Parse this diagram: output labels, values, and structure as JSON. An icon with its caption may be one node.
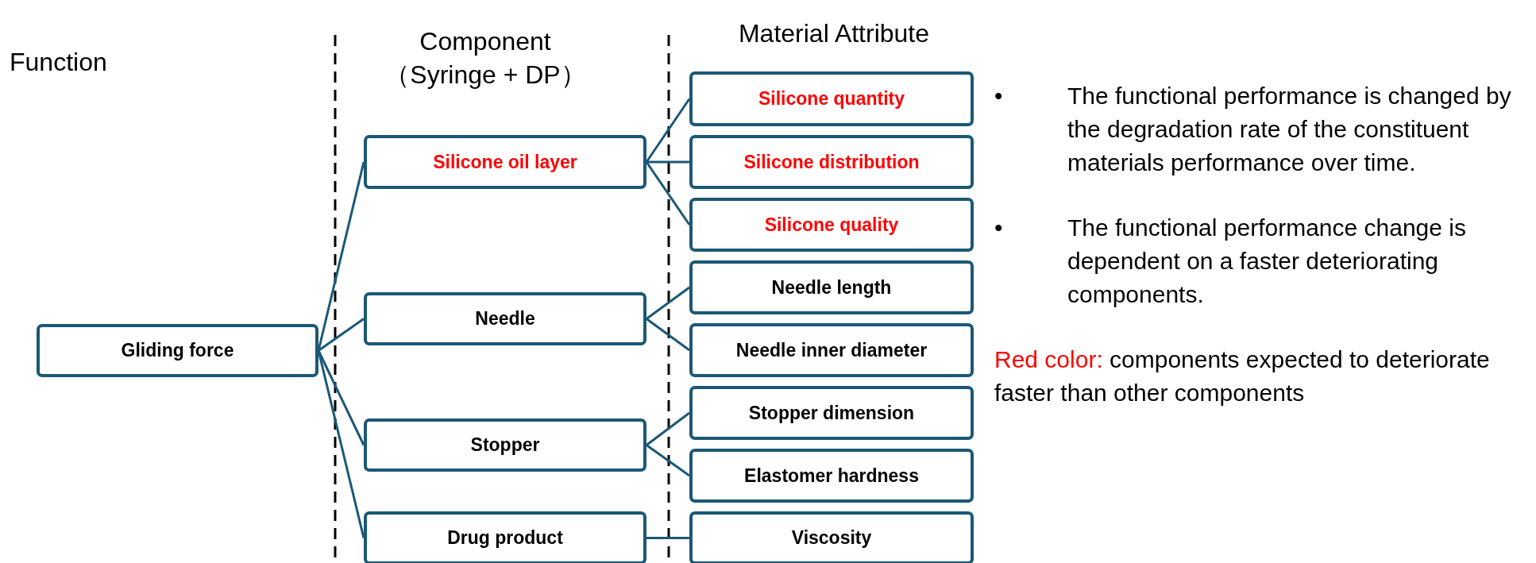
{
  "diagram": {
    "nodes": [
      {
        "text": [
          "Gliding force"
        ]
      },
      {
        "text": [
          "Silicone oil layer"
        ]
      },
      {
        "text": [
          "Needle"
        ]
      },
      {
        "text": [
          "Stopper"
        ]
      },
      {
        "text": [
          "Drug product"
        ]
      },
      {
        "text": [
          "Silicone quantity"
        ]
      },
      {
        "text": [
          "Silicone distribution"
        ]
      },
      {
        "text": [
          "Silicone quality"
        ]
      },
      {
        "text": [
          "Needle length"
        ]
      },
      {
        "text": [
          "Needle inner diameter"
        ]
      },
      {
        "text": [
          "Stopper dimension"
        ]
      },
      {
        "text": [
          "Elastomer hardness"
        ]
      },
      {
        "text": [
          "Viscosity"
        ]
      }
    ],
    "edges": [
      {
        "from": 0,
        "to": 1,
        "arrow": "none"
      },
      {
        "from": 0,
        "to": 2,
        "arrow": "none"
      },
      {
        "from": 0,
        "to": 3,
        "arrow": "none"
      },
      {
        "from": 0,
        "to": 4,
        "arrow": "none"
      },
      {
        "from": 1,
        "to": 5,
        "arrow": "none"
      },
      {
        "from": 1,
        "to": 6,
        "arrow": "none"
      },
      {
        "from": 1,
        "to": 7,
        "arrow": "none"
      },
      {
        "from": 2,
        "to": 8,
        "arrow": "none"
      },
      {
        "from": 2,
        "to": 9,
        "arrow": "none"
      },
      {
        "from": 3,
        "to": 10,
        "arrow": "none"
      },
      {
        "from": 3,
        "to": 11,
        "arrow": "none"
      },
      {
        "from": 4,
        "to": 12,
        "arrow": "none"
      }
    ],
    "labels": [
      "Function",
      "Component （Syringe + DP）",
      "Material Attribute",
      "•",
      "The functional performance is changed by the degradation rate of the constituent materials performance over time.",
      "•",
      "The functional performance change is dependent on a faster deteriorating components.",
      "components expected to deteriorate faster than other components"
    ],
    "legend": [
      {
        "text": "Red color:",
        "color": "#ff0000"
      }
    ]
  }
}
